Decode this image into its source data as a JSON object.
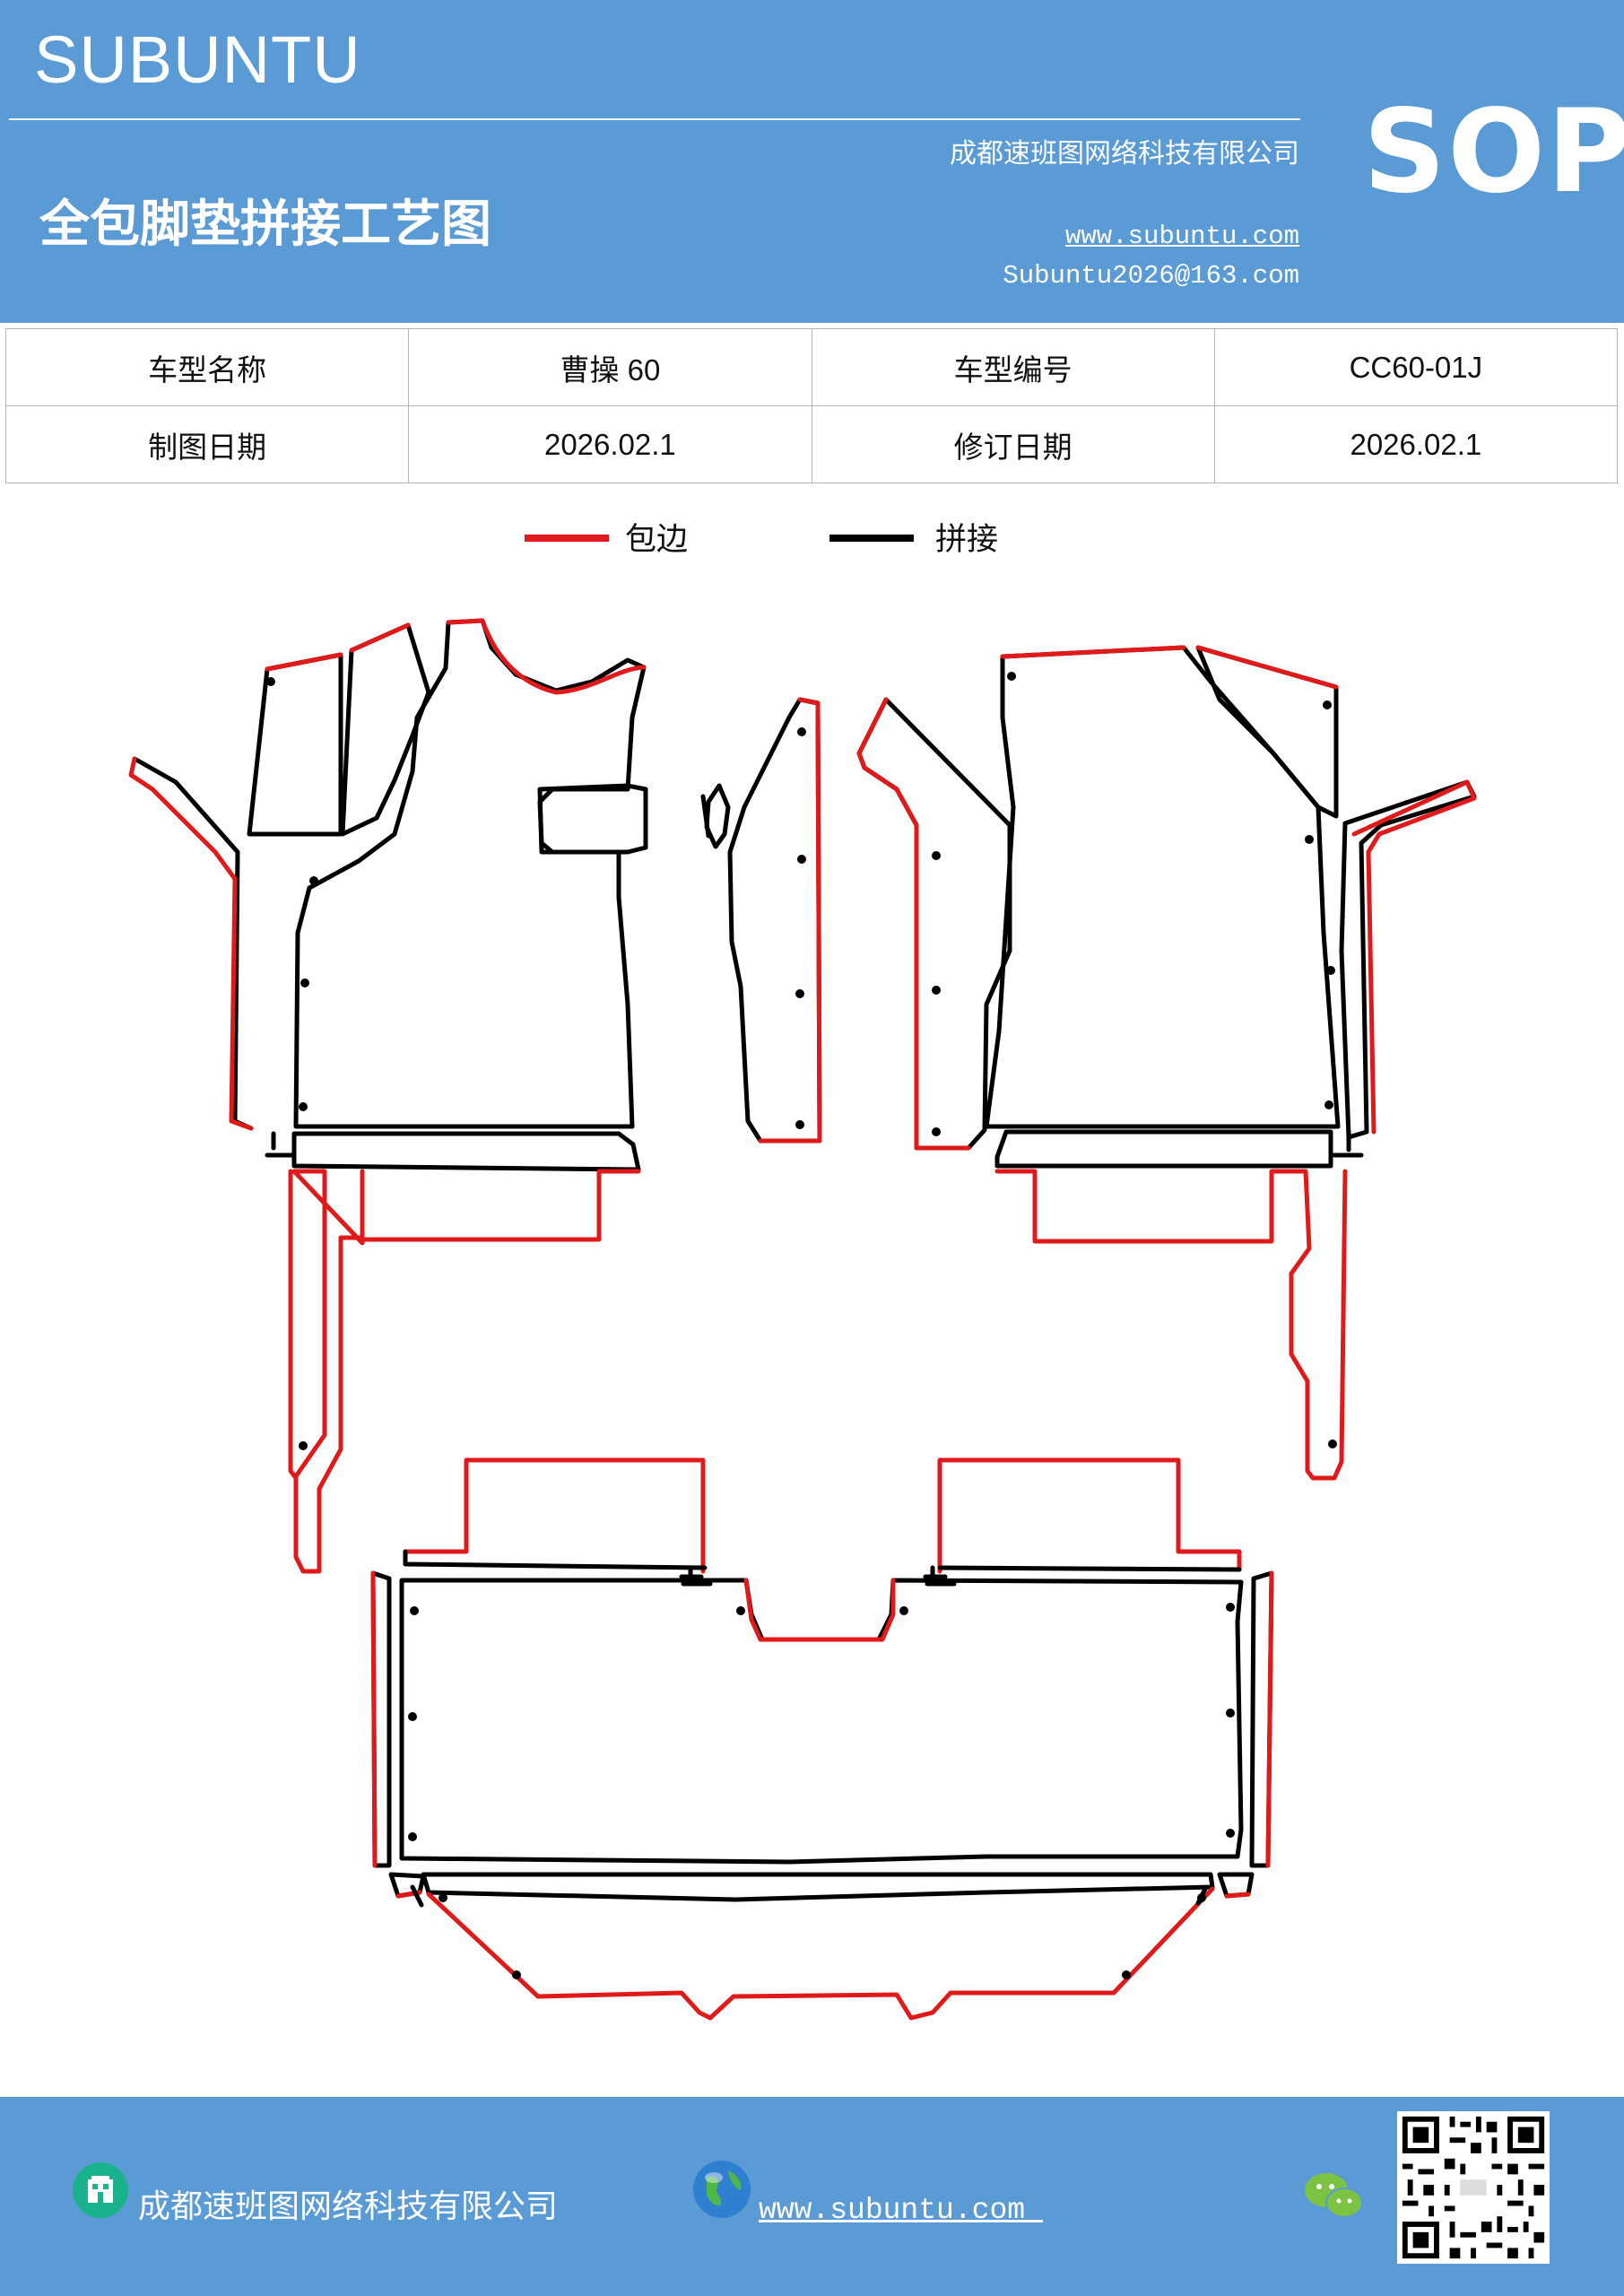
{
  "header": {
    "brand": "SUBUNTU",
    "company": "成都速班图网络科技有限公司",
    "title": "全包脚垫拼接工艺图",
    "website": "www.subuntu.com",
    "email": "Subuntu2026@163.com",
    "badge": "SOP"
  },
  "info_table": {
    "rows": [
      [
        {
          "label": "车型名称",
          "value": "曹操 60"
        },
        {
          "label": "车型编号",
          "value": "CC60-01J"
        }
      ],
      [
        {
          "label": "制图日期",
          "value": "2026.02.1"
        },
        {
          "label": "修订日期",
          "value": "2026.02.1"
        }
      ]
    ]
  },
  "legend": {
    "items": [
      {
        "label": "包边",
        "color": "#e01a1a"
      },
      {
        "label": "拼接",
        "color": "#000000"
      }
    ]
  },
  "colors": {
    "header_bg": "#5b9bd5",
    "edge_binding": "#e01a1a",
    "splice": "#000000"
  },
  "footer": {
    "company": "成都速班图网络科技有限公司",
    "website": "www.subuntu.com ",
    "icons": [
      "building-icon",
      "globe-icon",
      "wechat-icon",
      "qr-code"
    ]
  }
}
